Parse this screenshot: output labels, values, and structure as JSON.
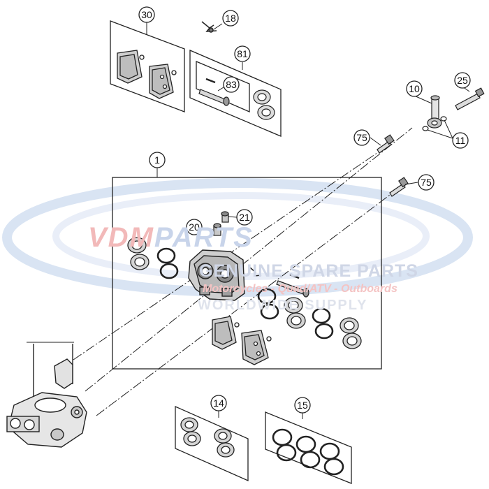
{
  "watermark": {
    "brand_a": "VDM",
    "brand_b": "PARTS",
    "line1": "GENUINE SPARE PARTS",
    "line2": "Motorcycles - Quad/ATV - Outboards",
    "line3": "WORLDWIDE SUPPLY"
  },
  "callouts": {
    "c1": "1",
    "c10": "10",
    "c11": "11",
    "c14": "14",
    "c15": "15",
    "c18": "18",
    "c20": "20",
    "c21": "21",
    "c25": "25",
    "c30": "30",
    "c75a": "75",
    "c75b": "75",
    "c81": "81",
    "c83": "83"
  },
  "colors": {
    "line": "#222222",
    "watermark_red": "#f2b9b9",
    "watermark_blue": "#c8d4ea"
  }
}
